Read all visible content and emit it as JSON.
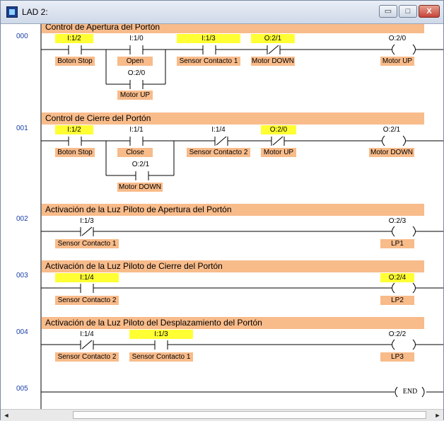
{
  "window": {
    "title": "LAD 2:",
    "minimize_label": "▭",
    "maximize_label": "□",
    "close_label": "X"
  },
  "rungs": [
    {
      "number": "000",
      "title": "Control de Apertura del Portón",
      "elements": [
        {
          "address": "I:1/2",
          "description": "Boton Stop",
          "type": "XIC",
          "highlighted": true
        },
        {
          "address": "I:1/0",
          "description": "Open",
          "type": "XIC",
          "highlighted": false
        },
        {
          "address": "O:2/0",
          "description": "Motor UP",
          "type": "XIC",
          "highlighted": false
        },
        {
          "address": "I:1/3",
          "description": "Sensor Contacto 1",
          "type": "XIC",
          "highlighted": true
        },
        {
          "address": "O:2/1",
          "description": "Motor DOWN",
          "type": "XIO",
          "highlighted": true
        },
        {
          "address": "O:2/0",
          "description": "Motor UP",
          "type": "OTE",
          "highlighted": false
        }
      ]
    },
    {
      "number": "001",
      "title": "Control de Cierre del Portón",
      "elements": [
        {
          "address": "I:1/2",
          "description": "Boton Stop",
          "type": "XIC",
          "highlighted": true
        },
        {
          "address": "I:1/1",
          "description": "Close",
          "type": "XIC",
          "highlighted": false
        },
        {
          "address": "O:2/1",
          "description": "Motor DOWN",
          "type": "XIC",
          "highlighted": false
        },
        {
          "address": "I:1/4",
          "description": "Sensor Contacto 2",
          "type": "XIO",
          "highlighted": false
        },
        {
          "address": "O:2/0",
          "description": "Motor UP",
          "type": "XIO",
          "highlighted": true
        },
        {
          "address": "O:2/1",
          "description": "Motor DOWN",
          "type": "OTE",
          "highlighted": false
        }
      ]
    },
    {
      "number": "002",
      "title": "Activación de la Luz Piloto de Apertura del Portón",
      "elements": [
        {
          "address": "I:1/3",
          "description": "Sensor Contacto 1",
          "type": "XIO",
          "highlighted": false
        },
        {
          "address": "O:2/3",
          "description": "LP1",
          "type": "OTE",
          "highlighted": false
        }
      ]
    },
    {
      "number": "003",
      "title": "Activación de la Luz Piloto de Cierre del Portón",
      "elements": [
        {
          "address": "I:1/4",
          "description": "Sensor Contacto 2",
          "type": "XIC",
          "highlighted": true
        },
        {
          "address": "O:2/4",
          "description": "LP2",
          "type": "OTE",
          "highlighted": true
        }
      ]
    },
    {
      "number": "004",
      "title": "Activación de la Luz Piloto del Desplazamiento del Portón",
      "elements": [
        {
          "address": "I:1/4",
          "description": "Sensor Contacto 2",
          "type": "XIO",
          "highlighted": false
        },
        {
          "address": "I:1/3",
          "description": "Sensor Contacto 1",
          "type": "XIC",
          "highlighted": true
        },
        {
          "address": "O:2/2",
          "description": "LP3",
          "type": "OTE",
          "highlighted": false
        }
      ]
    },
    {
      "number": "005",
      "end_label": "END"
    }
  ],
  "colors": {
    "rung_title_bg": "#f8bb8a",
    "highlight": "#ffff33",
    "rung_number": "#1a3ea8"
  },
  "scrollbar": {
    "left_arrow": "◄",
    "right_arrow": "►"
  }
}
